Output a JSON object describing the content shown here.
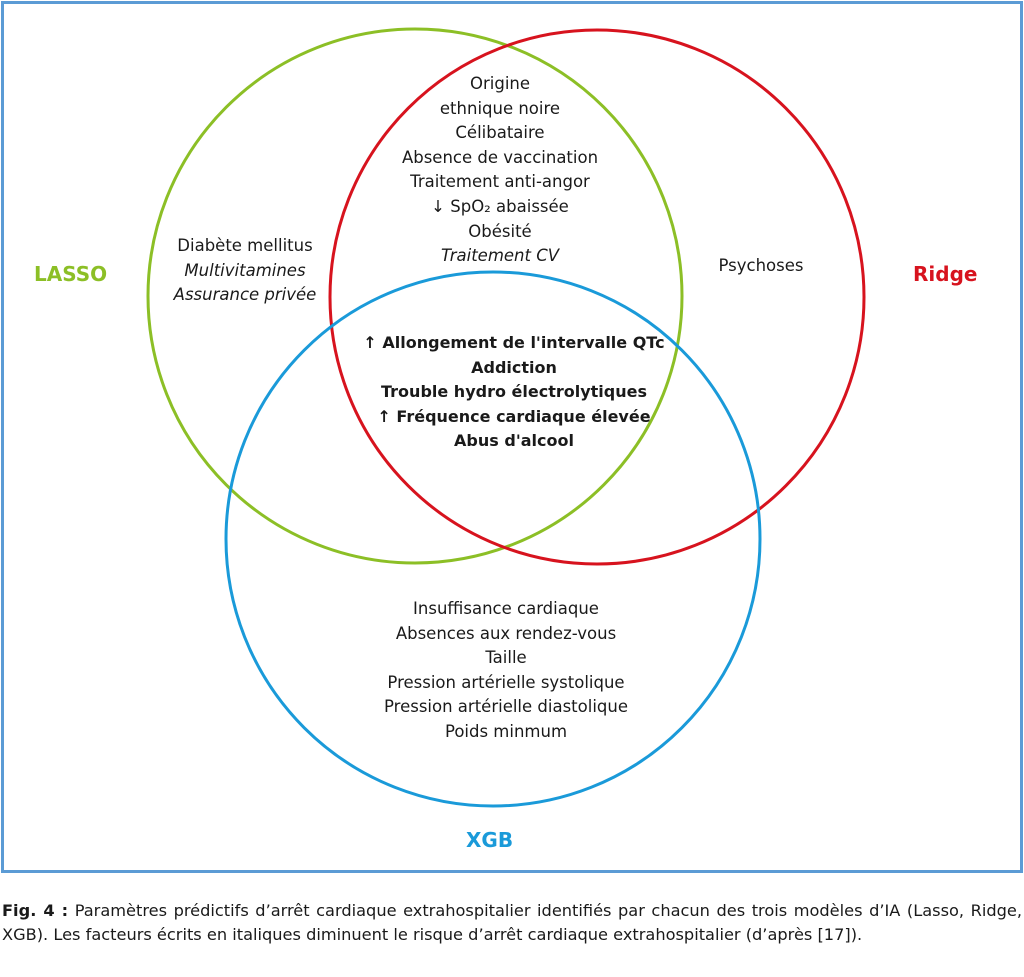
{
  "colors": {
    "lasso": "#8cbf26",
    "ridge": "#d7131e",
    "xgb": "#1a9ad9",
    "frame": "#5b9bd5",
    "text": "#1a1a1a"
  },
  "sets": {
    "lasso": {
      "label": "LASSO"
    },
    "ridge": {
      "label": "Ridge"
    },
    "xgb": {
      "label": "XGB"
    }
  },
  "regions": {
    "lasso_only": [
      {
        "text": "Diabète mellitus",
        "italic": false
      },
      {
        "text": "Multivitamines",
        "italic": true
      },
      {
        "text": "Assurance privée",
        "italic": true
      }
    ],
    "lasso_ridge": [
      {
        "text": "Origine",
        "italic": false
      },
      {
        "text": "ethnique noire",
        "italic": false
      },
      {
        "text": "Célibataire",
        "italic": false
      },
      {
        "text": "Absence de vaccination",
        "italic": false
      },
      {
        "text": "Traitement anti-angor",
        "italic": false
      },
      {
        "text": "↓ SpO₂ abaissée",
        "italic": false
      },
      {
        "text": "Obésité",
        "italic": false
      },
      {
        "text": "Traitement CV",
        "italic": true
      }
    ],
    "ridge_only": [
      {
        "text": "Psychoses",
        "italic": false
      }
    ],
    "all_three": [
      {
        "text": "↑ Allongement de l'intervalle QTc",
        "bold": true
      },
      {
        "text": "Addiction",
        "bold": true
      },
      {
        "text": "Trouble hydro électrolytiques",
        "bold": true
      },
      {
        "text": "↑ Fréquence cardiaque élevée",
        "bold": true
      },
      {
        "text": "Abus d'alcool",
        "bold": true
      }
    ],
    "xgb_only": [
      {
        "text": "Insuffisance cardiaque",
        "italic": false
      },
      {
        "text": "Absences aux rendez-vous",
        "italic": false
      },
      {
        "text": "Taille",
        "italic": false
      },
      {
        "text": "Pression artérielle systolique",
        "italic": false
      },
      {
        "text": "Pression artérielle diastolique",
        "italic": false
      },
      {
        "text": "Poids minmum",
        "italic": false
      }
    ]
  },
  "caption": {
    "lead": "Fig. 4 :",
    "text": " Paramètres prédictifs d’arrêt cardiaque extrahospitalier identifiés par chacun des trois modèles d’IA (Lasso, Ridge, XGB). Les facteurs écrits en italiques diminuent le risque d’arrêt cardiaque extrahospitalier (d’après [17])."
  }
}
